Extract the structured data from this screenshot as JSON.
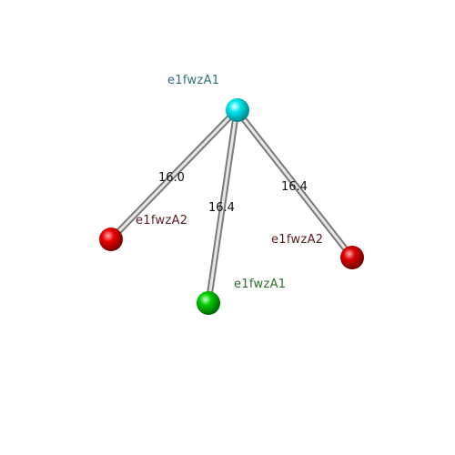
{
  "nodes": [
    {
      "id": "n1",
      "label": "e1fwzA1",
      "color": "#00e5ee",
      "label_color": "#2f6f78"
    },
    {
      "id": "n2",
      "label": "e1fwzA2",
      "color": "#ee0000",
      "label_color": "#5a1a1a"
    },
    {
      "id": "n3",
      "label": "e1fwzA1",
      "color": "#00cc00",
      "label_color": "#2e6b2e"
    },
    {
      "id": "n4",
      "label": "e1fwzA2",
      "color": "#dd0000",
      "label_color": "#5a1a1a"
    }
  ],
  "edges": [
    {
      "from": "n1",
      "to": "n2",
      "label": "16.0"
    },
    {
      "from": "n1",
      "to": "n3",
      "label": "16.4"
    },
    {
      "from": "n1",
      "to": "n4",
      "label": "16.4"
    }
  ]
}
